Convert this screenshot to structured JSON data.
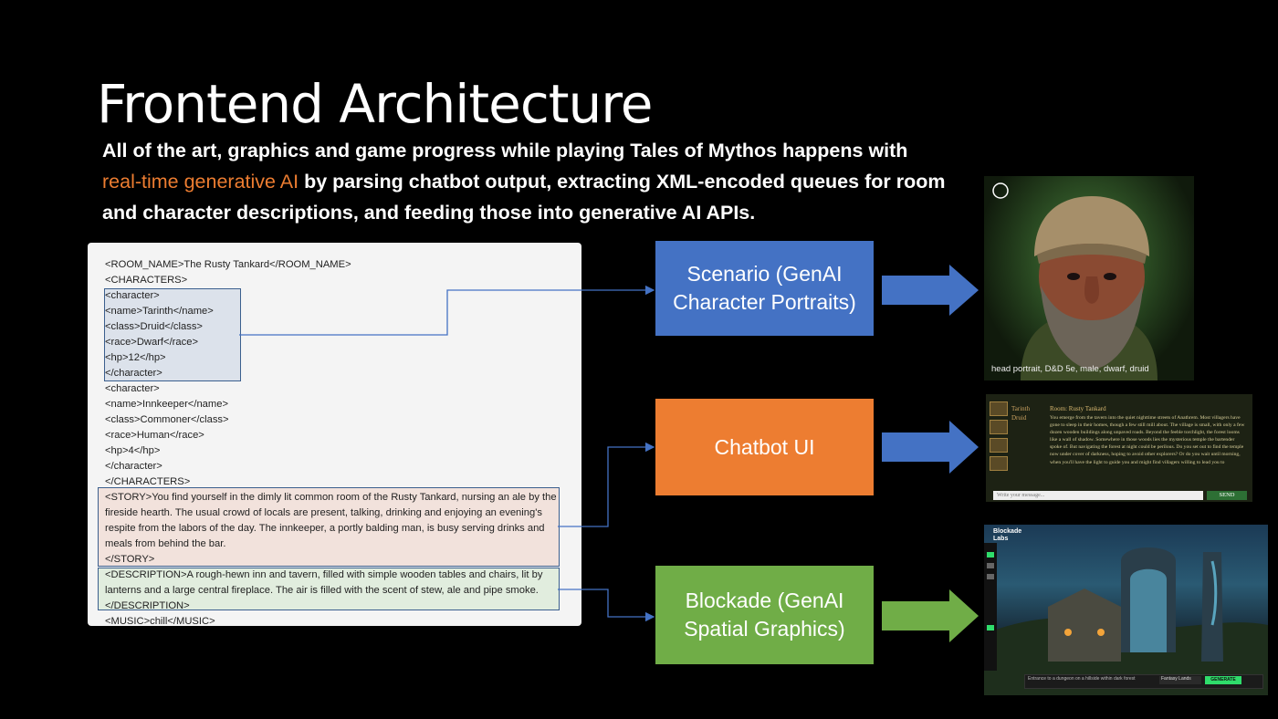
{
  "slide": {
    "title": "Frontend Architecture",
    "subtitle_part1": "All of the art, graphics and game progress while playing Tales of Mythos happens with",
    "subtitle_highlight": "real-time generative AI",
    "subtitle_part2": " by parsing chatbot output, extracting XML-encoded queues for room and character descriptions, and feeding those into generative AI APIs.",
    "highlight_color": "#ed7d31"
  },
  "code_lines": [
    "<ROOM_NAME>The Rusty Tankard</ROOM_NAME>",
    "<CHARACTERS>",
    "<character>",
    "<name>Tarinth</name>",
    "<class>Druid</class>",
    "<race>Dwarf</race>",
    "<hp>12</hp>",
    "</character>",
    "<character>",
    "<name>Innkeeper</name>",
    "<class>Commoner</class>",
    "<race>Human</race>",
    "<hp>4</hp>",
    "</character>",
    "</CHARACTERS>"
  ],
  "story_text": "<STORY>You find yourself in the dimly lit common room of the Rusty Tankard, nursing an ale by the fireside hearth. The usual crowd of locals are present, talking, drinking and enjoying an evening's respite from the labors of the day. The innkeeper, a portly balding man, is busy serving drinks and meals from behind the bar.",
  "story_close": "</STORY>",
  "description_text": "<DESCRIPTION>A rough-hewn inn and tavern, filled with simple wooden tables and chairs, lit by lanterns and a large central fireplace. The air is filled with the scent of stew, ale and pipe smoke.",
  "description_close": "</DESCRIPTION>",
  "music_line": "<MUSIC>chill</MUSIC>",
  "processors": [
    {
      "label": "Scenario (GenAI Character Portraits)",
      "color": "#4472c4"
    },
    {
      "label": "Chatbot UI",
      "color": "#ed7d31"
    },
    {
      "label": "Blockade (GenAI Spatial Graphics)",
      "color": "#70ad47"
    }
  ],
  "portrait": {
    "caption": "head portrait, D&D 5e, male, dwarf, druid"
  },
  "chat": {
    "speaker": "Tarinth",
    "tab": "Druid",
    "title": "Room: Rusty Tankard",
    "text": "You emerge from the tavern into the quiet nighttime streets of Anathrem. Most villagers have gone to sleep in their homes, though a few still mill about. The village is small, with only a few dozen wooden buildings along unpaved roads. Beyond the feeble torchlight, the forest looms like a wall of shadow. Somewhere in those woods lies the mysterious temple the bartender spoke of. But navigating the forest at night could be perilous. Do you set out to find the temple now under cover of darkness, hoping to avoid other explorers? Or do you wait until morning, when you'll have the light to guide you and might find villagers willing to lead you to",
    "placeholder": "Write your message...",
    "send": "SEND"
  },
  "blockade": {
    "logo": "Blockade Labs",
    "prompt": "Entrance to a dungeon on a hillside within dark forest",
    "style": "Fantasy Lands",
    "generate": "GENERATE"
  }
}
